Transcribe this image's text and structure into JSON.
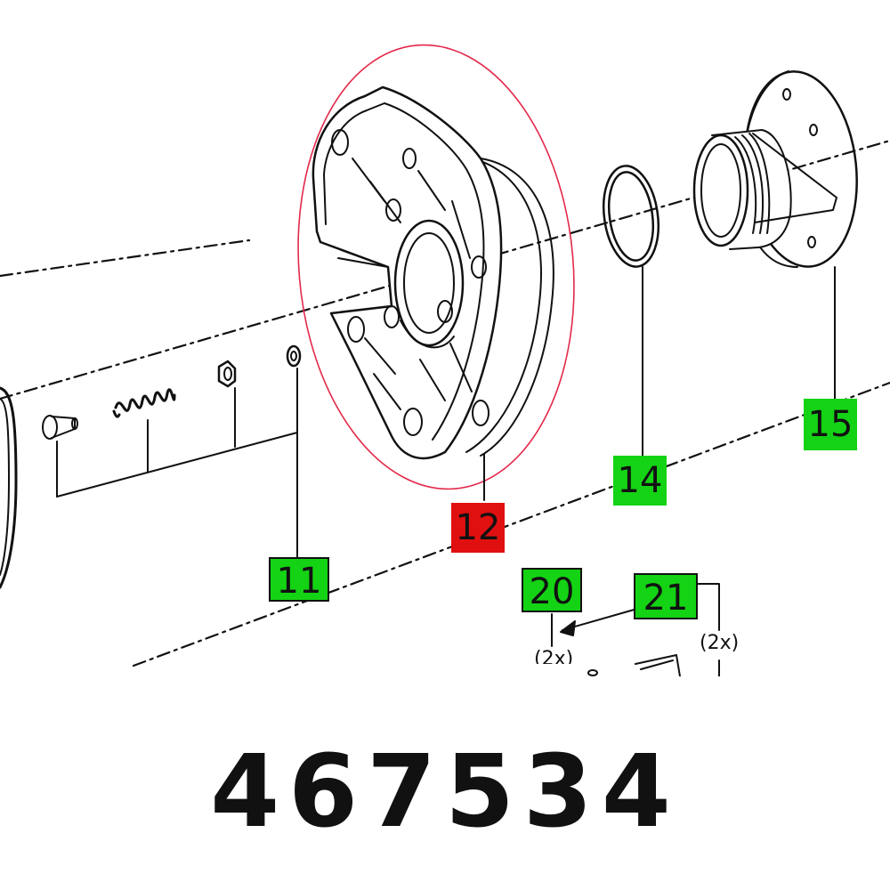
{
  "callouts": {
    "c11": "11",
    "c12": "12",
    "c14": "14",
    "c15": "15",
    "c20": "20",
    "c21": "21"
  },
  "quantities": {
    "q20": "(2x)",
    "q21": "(2x)"
  },
  "part_number": "467534",
  "colors": {
    "highlight_green": "#14d314",
    "highlight_red": "#e00f10",
    "selection_ellipse": "#e3294a",
    "line": "#111111"
  }
}
